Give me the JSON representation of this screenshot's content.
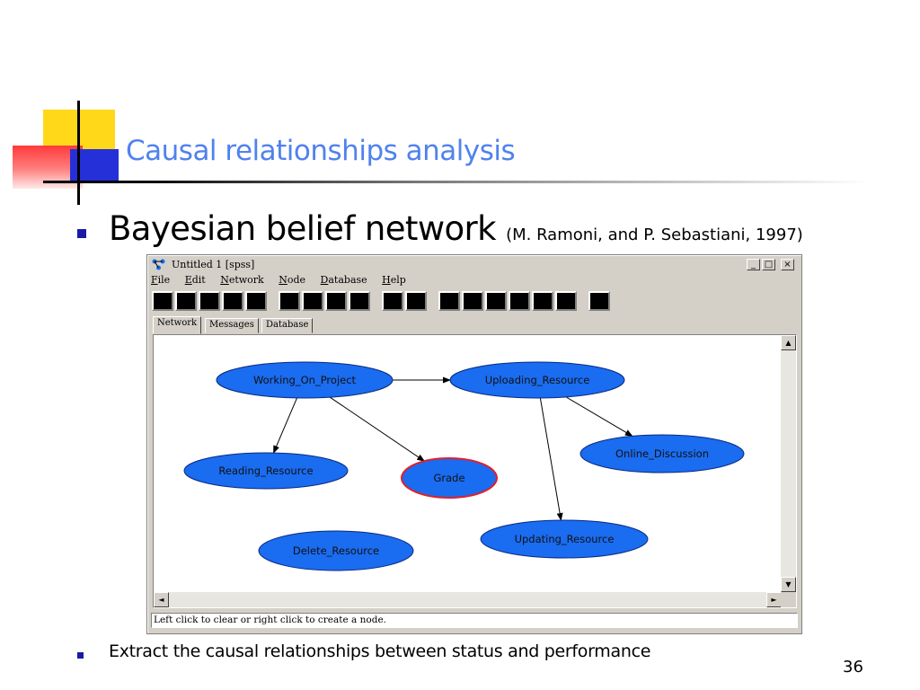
{
  "slide": {
    "title": "Causal relationships analysis",
    "bullet1_text": "Bayesian belief network",
    "bullet1_citation": "(M. Ramoni, and P. Sebastiani, 1997)",
    "bullet2_text": "Extract the causal relationships between status and performance",
    "page_number": "36",
    "colors": {
      "title": "#4f82ee",
      "bullet": "#1a1aa8",
      "deco_yellow": "#ffd81a",
      "deco_red": "#ff3a3a",
      "deco_blue": "#2630d8"
    }
  },
  "window": {
    "title": "Untitled 1 [spss]",
    "app_icon": "network-app-icon",
    "controls": {
      "minimize": "_",
      "maximize": "□",
      "close": "×"
    },
    "menu": [
      "File",
      "Edit",
      "Network",
      "Node",
      "Database",
      "Help"
    ],
    "toolbar_button_groups": [
      5,
      4,
      2,
      6,
      1
    ],
    "tabs": [
      {
        "label": "Network",
        "active": true
      },
      {
        "label": "Messages",
        "active": false
      },
      {
        "label": "Database",
        "active": false
      }
    ],
    "status_text": "Left click to clear or right click to create a node.",
    "scroll_arrows": {
      "up": "▲",
      "down": "▼",
      "left": "◄",
      "right": "►"
    }
  },
  "network": {
    "node_fill": "#1a6cf0",
    "selected_stroke": "#e0202a",
    "nodes": [
      {
        "id": "working",
        "label": "Working_On_Project"
      },
      {
        "id": "uploading",
        "label": "Uploading_Resource"
      },
      {
        "id": "reading",
        "label": "Reading_Resource"
      },
      {
        "id": "grade",
        "label": "Grade",
        "selected": true
      },
      {
        "id": "online",
        "label": "Online_Discussion"
      },
      {
        "id": "updating",
        "label": "Updating_Resource"
      },
      {
        "id": "delete",
        "label": "Delete_Resource"
      }
    ],
    "edges": [
      {
        "from": "working",
        "to": "uploading"
      },
      {
        "from": "working",
        "to": "reading"
      },
      {
        "from": "working",
        "to": "grade"
      },
      {
        "from": "uploading",
        "to": "online"
      },
      {
        "from": "uploading",
        "to": "updating"
      }
    ]
  }
}
